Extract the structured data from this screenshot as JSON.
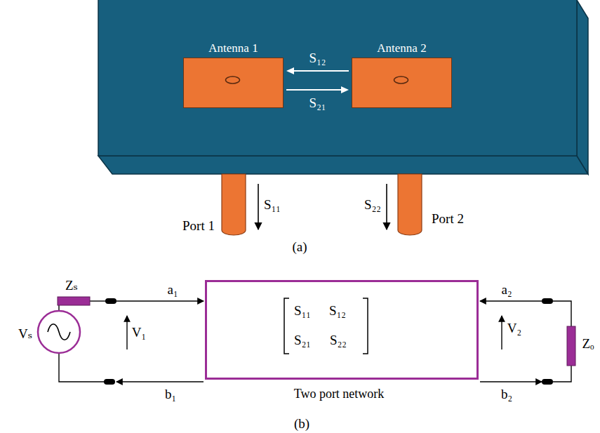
{
  "diagram": {
    "nodes": [
      {
        "text": [
          "Antenna 1"
        ]
      },
      {
        "text": [
          "Antenna 2"
        ]
      },
      {
        "text": [
          "S₁₁",
          "S₁₂",
          "S₂₁",
          "S₂₂",
          "Two port network"
        ]
      }
    ],
    "edges": [
      {
        "from": 1,
        "to": 0,
        "arrow": "to",
        "label": "S₁₂"
      },
      {
        "from": 0,
        "to": 1,
        "arrow": "to",
        "label": "S₂₁"
      }
    ],
    "labels": [
      "S₁₁",
      "S₂₂",
      "Port 1",
      "Port 2",
      "(a)",
      "Zₛ",
      "Vₛ",
      "V₁",
      "a₁",
      "b₁",
      "a₂",
      "b₂",
      "V₂",
      "Zₒ",
      "(b)"
    ]
  }
}
